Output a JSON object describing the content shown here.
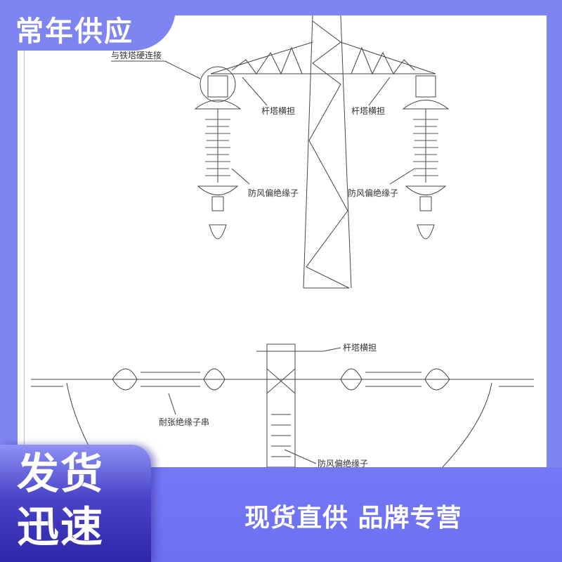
{
  "header": {
    "title": "常年供应"
  },
  "diagram": {
    "labels": {
      "hard_connect": "与铁塔硬连接",
      "crossarm_left": "杆塔横担",
      "crossarm_right": "杆塔横担",
      "crossarm_bottom": "杆塔横担",
      "insulator_left": "防风偏绝缘子",
      "insulator_right": "防风偏绝缘子",
      "insulator_bottom": "防风偏绝缘子",
      "tension_string": "耐张绝缘子串"
    }
  },
  "footer": {
    "badge_line1": "发货",
    "badge_line2": "迅速",
    "slogan": "现货直供 品牌专营"
  },
  "colors": {
    "brand": "#7e84f0",
    "band": "#7478f6",
    "badge_dark": "#2e26a8"
  }
}
